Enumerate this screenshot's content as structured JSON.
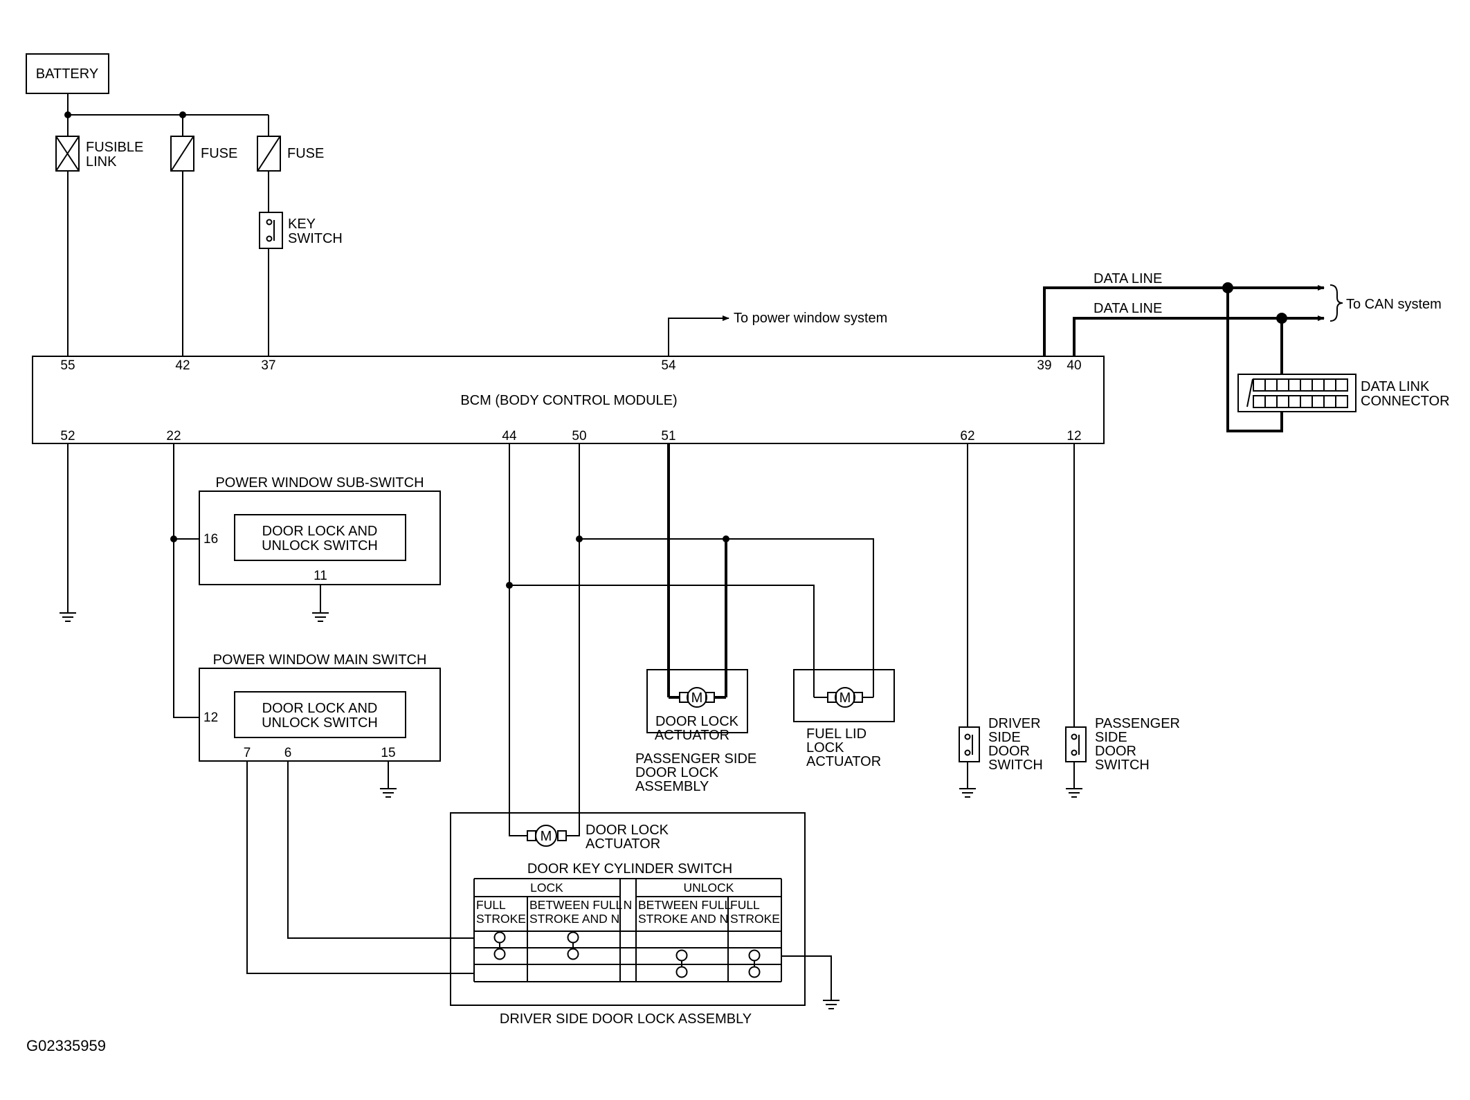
{
  "battery": "BATTERY",
  "fusible_link": [
    "FUSIBLE",
    "LINK"
  ],
  "fuse_1": "FUSE",
  "fuse_2": "FUSE",
  "key_switch": [
    "KEY",
    "SWITCH"
  ],
  "bcm": {
    "title": "BCM (BODY CONTROL MODULE)",
    "top_pins": [
      "55",
      "42",
      "37",
      "54",
      "39",
      "40"
    ],
    "bottom_pins": [
      "52",
      "22",
      "44",
      "50",
      "51",
      "62",
      "12"
    ]
  },
  "power_window_note": "To power window system",
  "data_line_1": "DATA LINE",
  "data_line_2": "DATA LINE",
  "can_note": "To CAN system",
  "data_link_connector": [
    "DATA LINK",
    "CONNECTOR"
  ],
  "sub_switch": {
    "title": "POWER WINDOW SUB-SWITCH",
    "inner": [
      "DOOR LOCK AND",
      "UNLOCK SWITCH"
    ],
    "pins": [
      "16",
      "11"
    ]
  },
  "main_switch": {
    "title": "POWER WINDOW MAIN SWITCH",
    "inner": [
      "DOOR LOCK AND",
      "UNLOCK SWITCH"
    ],
    "pins": [
      "12",
      "7",
      "6",
      "15"
    ]
  },
  "passenger_actuator": {
    "label": [
      "DOOR LOCK",
      "ACTUATOR"
    ],
    "assembly": [
      "PASSENGER SIDE",
      "DOOR LOCK",
      "ASSEMBLY"
    ]
  },
  "fuel_lid": [
    "FUEL LID",
    "LOCK",
    "ACTUATOR"
  ],
  "driver_door_switch": [
    "DRIVER",
    "SIDE",
    "DOOR",
    "SWITCH"
  ],
  "passenger_door_switch": [
    "PASSENGER",
    "SIDE",
    "DOOR",
    "SWITCH"
  ],
  "driver_assembly": {
    "actuator": [
      "DOOR LOCK",
      "ACTUATOR"
    ],
    "key_cylinder_title": "DOOR KEY CYLINDER SWITCH",
    "lock": "LOCK",
    "unlock": "UNLOCK",
    "n": "N",
    "columns": [
      [
        "FULL",
        "STROKE"
      ],
      [
        "BETWEEN FULL",
        "STROKE AND N"
      ],
      [
        "BETWEEN FULL",
        "STROKE AND N"
      ],
      [
        "FULL",
        "STROKE"
      ]
    ],
    "title": "DRIVER SIDE DOOR LOCK ASSEMBLY"
  },
  "motor_symbol": "M",
  "figure_code": "G02335959"
}
